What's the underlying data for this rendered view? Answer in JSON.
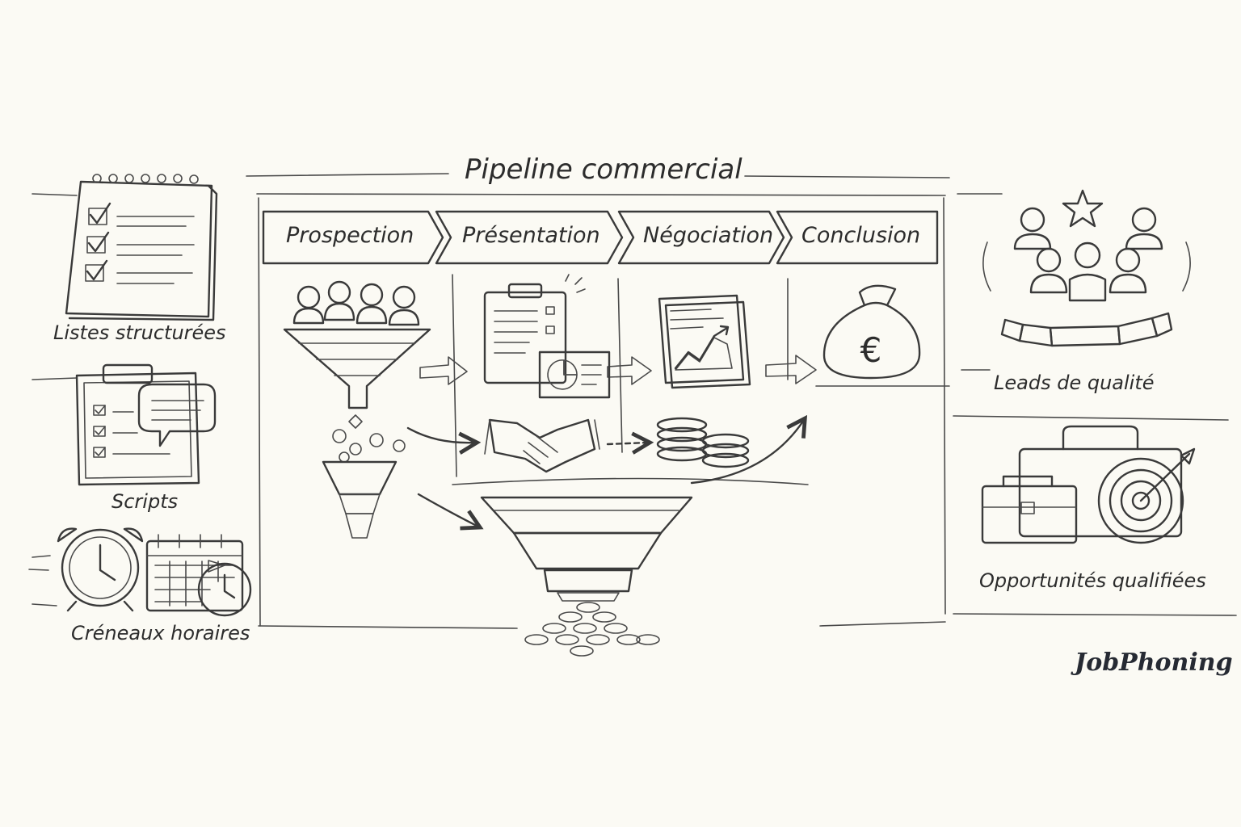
{
  "title": "Pipeline commercial",
  "stages": [
    "Prospection",
    "Présentation",
    "Négociation",
    "Conclusion"
  ],
  "left_items": [
    "Listes structurées",
    "Scripts",
    "Créneaux horaires"
  ],
  "right_items": [
    "Leads de qualité",
    "Opportunités qualifiées"
  ],
  "brand": "JobPhoning",
  "currency_symbol": "€",
  "colors": {
    "ink": "#3a3a3a",
    "accent_yellow": "#f0c23a",
    "accent_teal": "#5bb7c9",
    "background": "#fbfaf4"
  },
  "icons": [
    "checklist-notepad-icon",
    "clipboard-speech-icon",
    "alarm-clock-icon",
    "calendar-clock-icon",
    "people-funnel-icon",
    "clipboard-presentation-icon",
    "growth-report-icon",
    "money-bag-icon",
    "handshake-icon",
    "coin-stack-icon",
    "large-funnel-coins-icon",
    "team-star-icon",
    "briefcase-target-icon"
  ]
}
